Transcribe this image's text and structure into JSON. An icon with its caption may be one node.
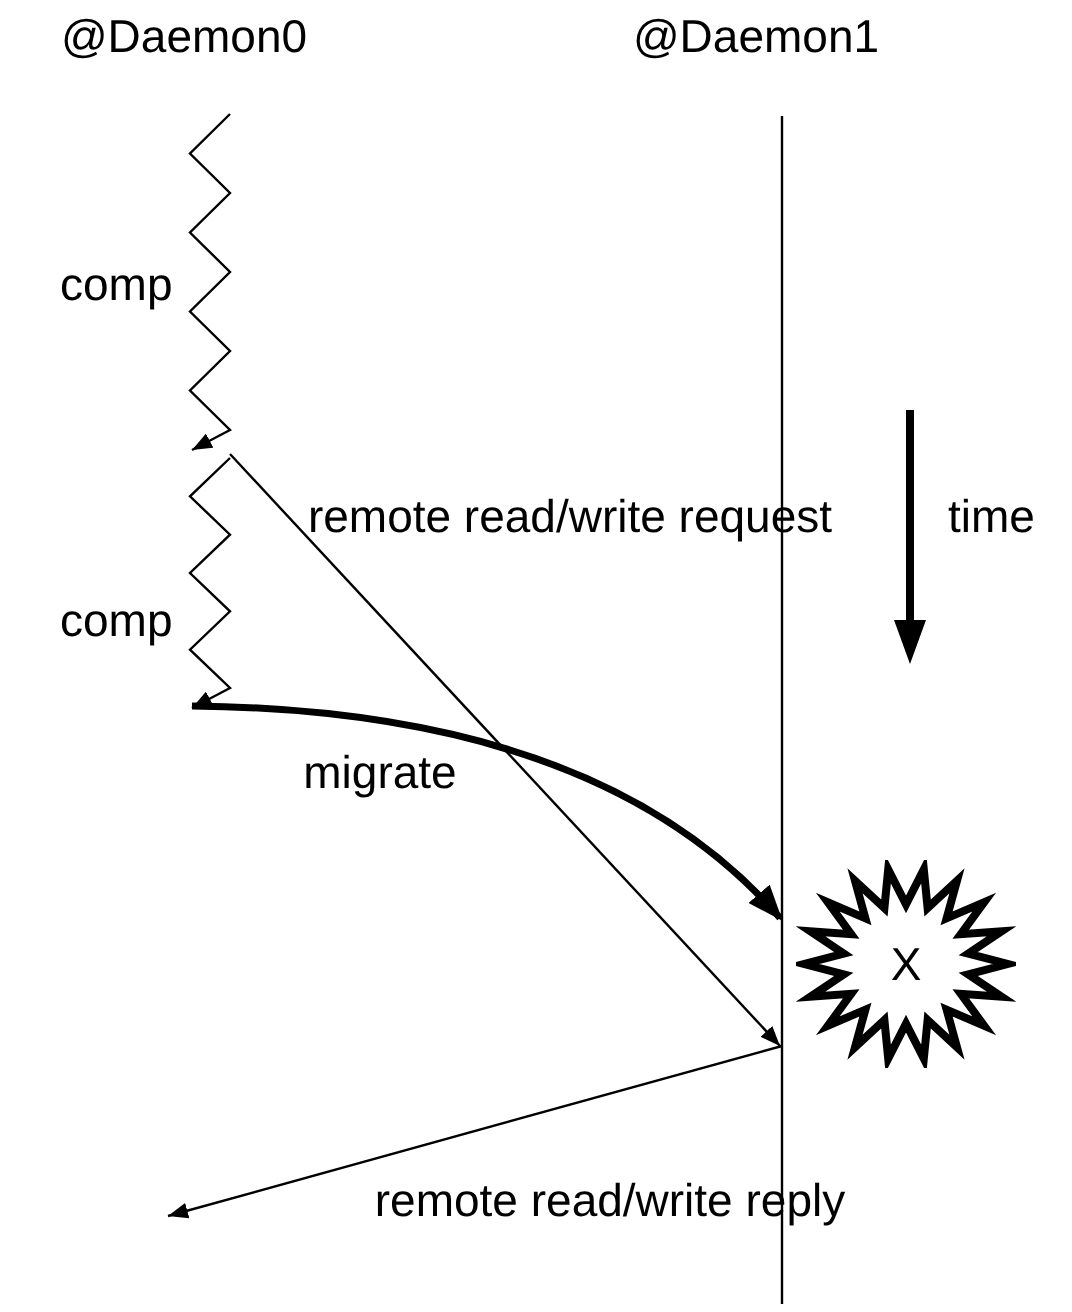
{
  "diagram": {
    "nodes": [
      {
        "text": [
          "@Daemon0"
        ]
      },
      {
        "text": [
          "@Daemon1"
        ]
      },
      {
        "text": [
          "X"
        ]
      }
    ],
    "edges": [
      {
        "from": 0,
        "to": 1,
        "arrow": "to",
        "label": "remote read/write request"
      },
      {
        "from": 0,
        "to": 1,
        "arrow": "to",
        "label": "migrate",
        "style": "thick"
      },
      {
        "from": 1,
        "to": null,
        "arrow": "to",
        "label": "remote read/write reply"
      }
    ],
    "labels": [
      "comp",
      "comp",
      "time"
    ]
  }
}
